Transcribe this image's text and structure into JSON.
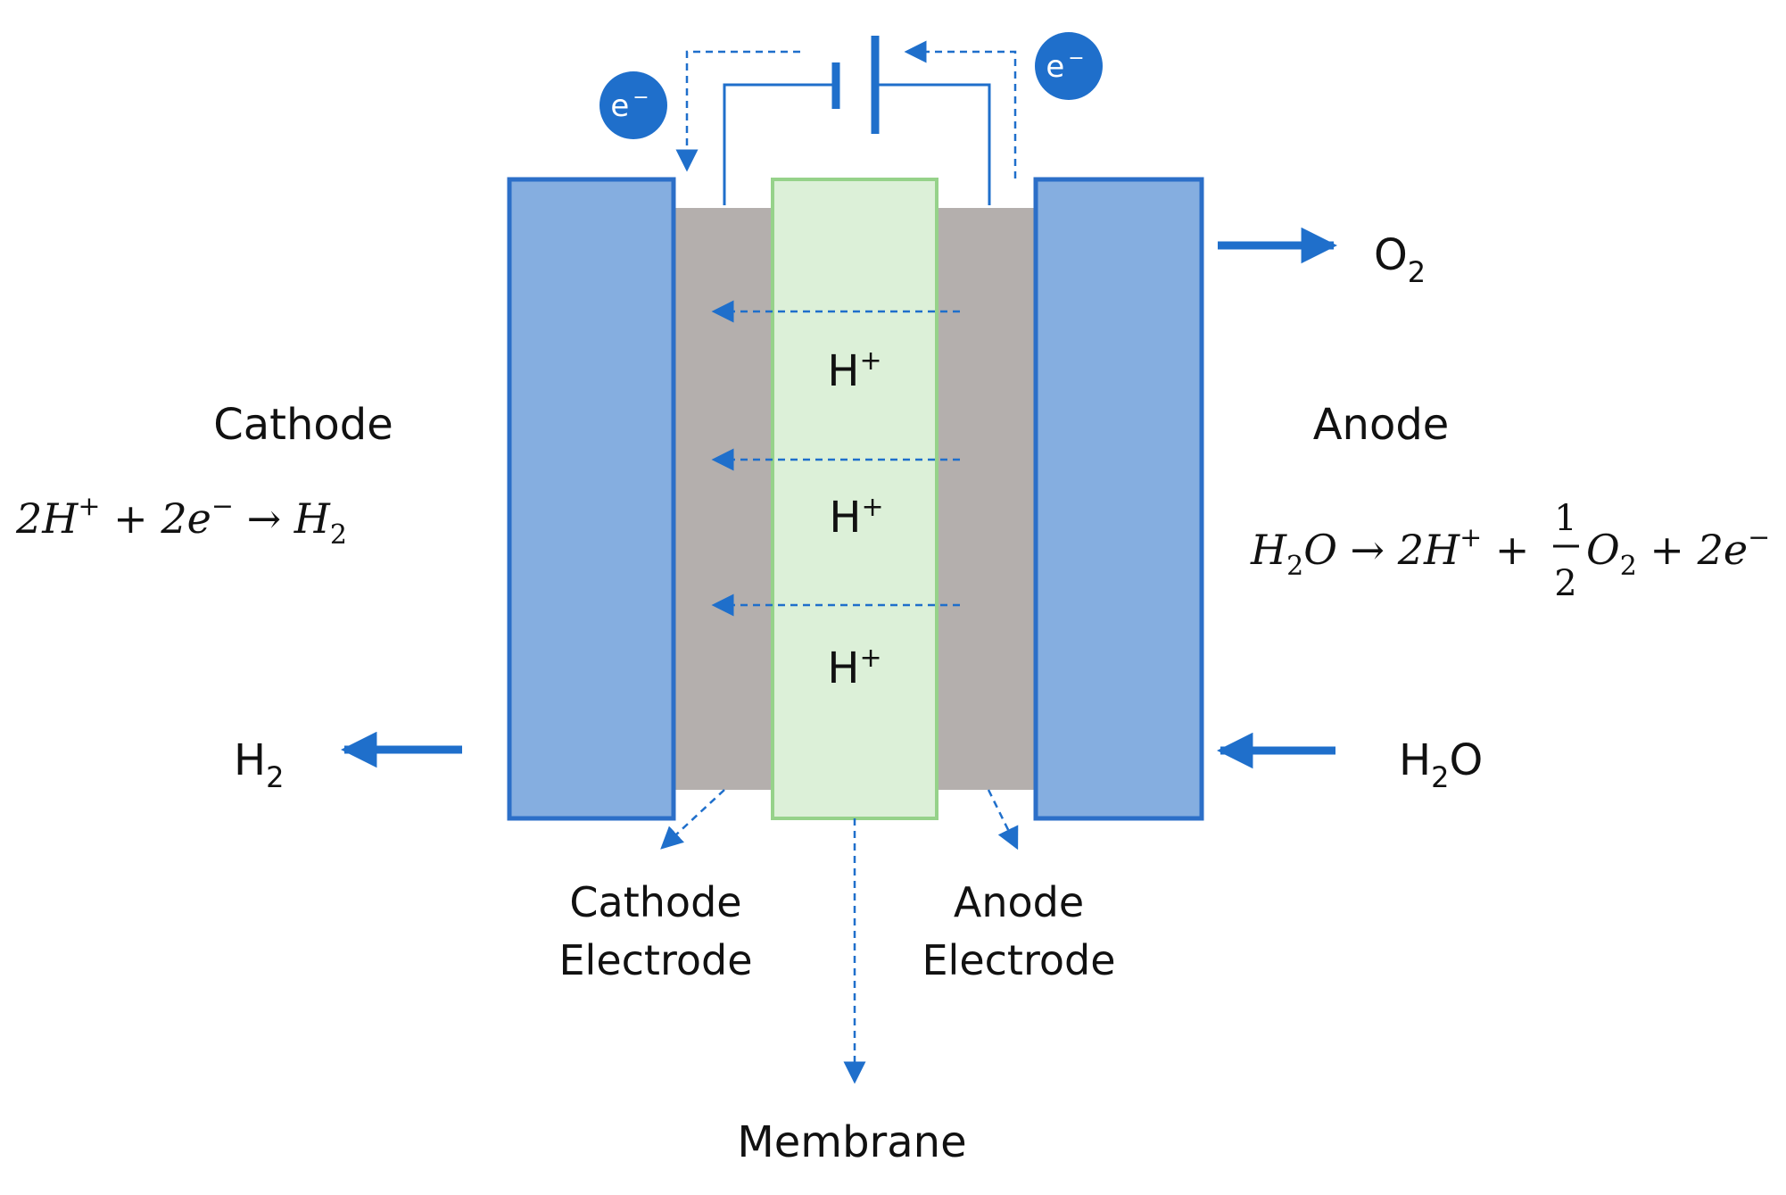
{
  "labels": {
    "cathode": "Cathode",
    "anode": "Anode",
    "cathode_electrode_line1": "Cathode",
    "cathode_electrode_line2": "Electrode",
    "anode_electrode_line1": "Anode",
    "anode_electrode_line2": "Electrode",
    "membrane": "Membrane"
  },
  "species": {
    "h_plus": "H",
    "h_plus_sup": "+",
    "oxygen": "O",
    "oxygen_sub": "2",
    "hydrogen": "H",
    "hydrogen_sub": "2",
    "water_h": "H",
    "water_sub": "2",
    "water_o": "O",
    "electron": "e",
    "electron_sup": "−"
  },
  "equations": {
    "cathode": {
      "c1": "2H",
      "sup1": "+",
      "c2": " + 2e",
      "sup2": "−",
      "c3": " → H",
      "sub3": "2"
    },
    "anode": {
      "c1": "H",
      "sub1": "2",
      "c2": "O → 2H",
      "sup2": "+",
      "c3": " + ",
      "frac_num": "1",
      "frac_den": "2",
      "c4": "O",
      "sub4": "2",
      "c5": " + 2e",
      "sup5": "−"
    }
  },
  "colors": {
    "arrow_blue": "#1f6fcb",
    "plate_fill": "#85aee0",
    "plate_stroke": "#2c6fc8",
    "electrode_gray": "#b4afad",
    "membrane_fill": "#dcf0d8",
    "membrane_stroke": "#96d28a"
  }
}
